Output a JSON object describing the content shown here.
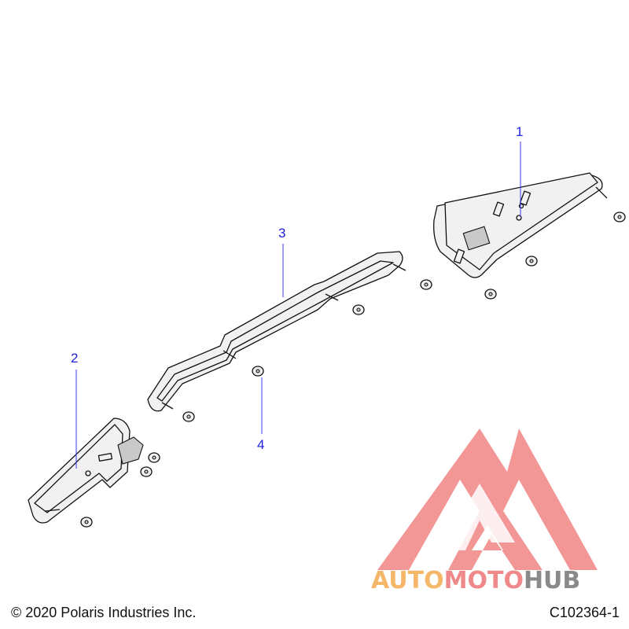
{
  "callouts": [
    {
      "id": "callout-1",
      "label": "1"
    },
    {
      "id": "callout-2",
      "label": "2"
    },
    {
      "id": "callout-3",
      "label": "3"
    },
    {
      "id": "callout-4",
      "label": "4"
    }
  ],
  "watermark": {
    "part1": "AUTO",
    "part2": "MOTO",
    "part3": "HUB",
    "colors": {
      "auto": "#f5b86a",
      "moto": "#f08a8a",
      "hub": "#8a8a8a",
      "logo": "#f28b8b"
    }
  },
  "footer": {
    "copyright": "© 2020 Polaris Industries Inc.",
    "figure_id": "C102364-1"
  },
  "colors": {
    "callout_text": "#2020e0",
    "leader": "#3a3af0",
    "line": "#111111"
  }
}
